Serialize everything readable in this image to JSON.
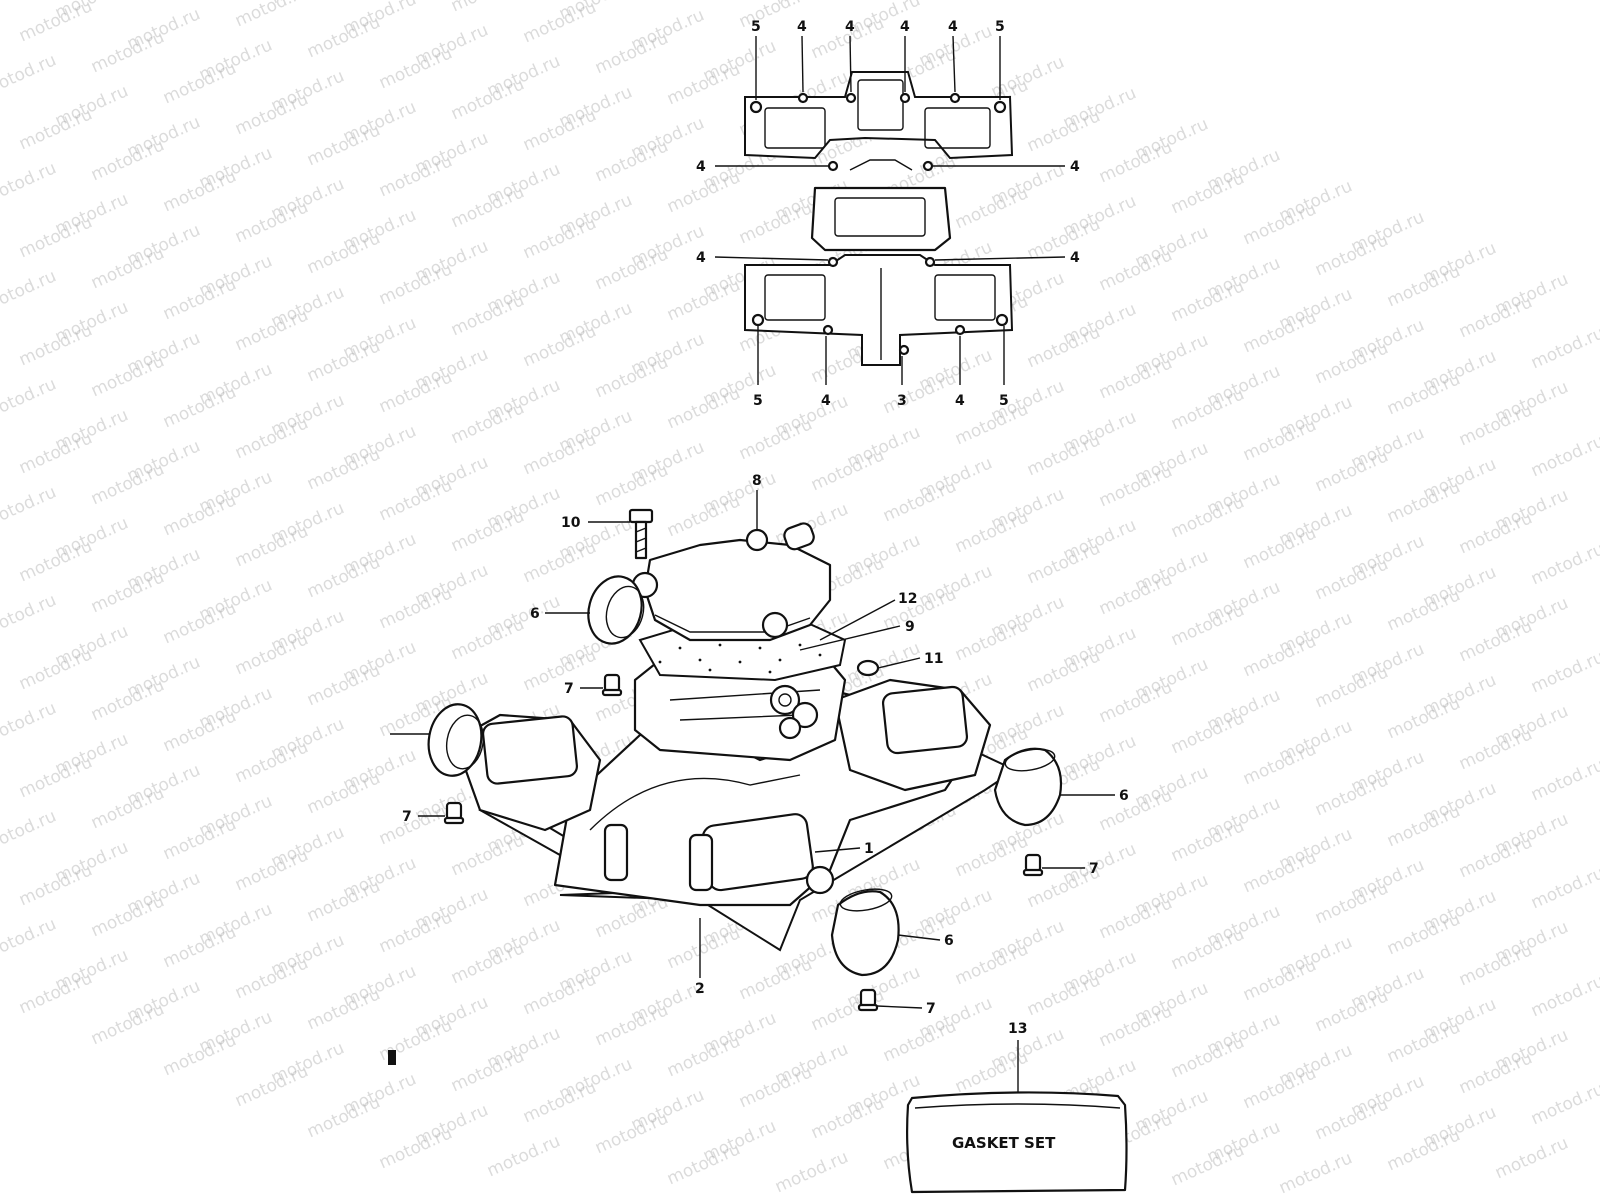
{
  "watermark": {
    "text": "motod.ru"
  },
  "callouts": {
    "top_view": {
      "t1": "5",
      "t2": "4",
      "t3": "4",
      "t4": "4",
      "t5": "4",
      "t6": "5",
      "l1": "4",
      "r1": "4",
      "l2": "4",
      "r2": "4",
      "b1": "5",
      "b2": "4",
      "b3": "3",
      "b4": "4",
      "b5": "5"
    },
    "exploded_view": {
      "p8": "8",
      "p10": "10",
      "p6a": "6",
      "p12": "12",
      "p9": "9",
      "p11": "11",
      "p7a": "7",
      "p7b": "7",
      "p1": "1",
      "p6b": "6",
      "p7c": "7",
      "p6c": "6",
      "p2": "2",
      "p7d": "7",
      "p13": "13"
    }
  },
  "gasket_set": {
    "label": "GASKET SET"
  },
  "colors": {
    "ink": "#111111",
    "watermark": "#9a9a9a",
    "paper": "#ffffff"
  }
}
